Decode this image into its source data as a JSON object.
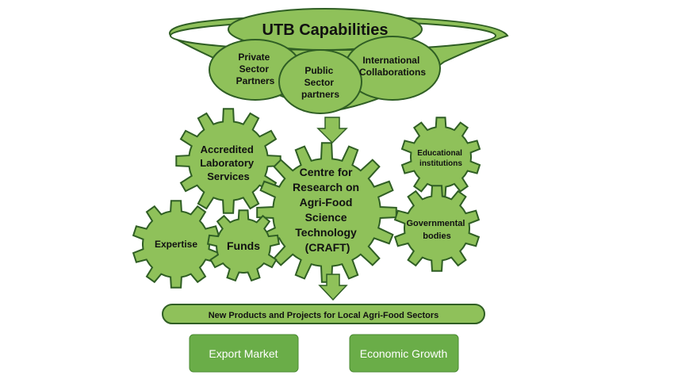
{
  "title": "UTB Capabilities",
  "partners": {
    "private": [
      "Private",
      "Sector",
      "Partners"
    ],
    "public": [
      "Public",
      "Sector",
      "partners"
    ],
    "international": [
      "International",
      "Collaborations"
    ]
  },
  "gears": {
    "lab": [
      "Accredited",
      "Laboratory",
      "Services"
    ],
    "centre": [
      "Centre for",
      "Research on",
      "Agri-Food",
      "Science",
      "Technology",
      "(CRAFT)"
    ],
    "education": [
      "Educational",
      "institutions"
    ],
    "government": [
      "Governmental",
      "bodies"
    ],
    "expertise": "Expertise",
    "funds": "Funds"
  },
  "outcomes_bar": "New Products  and Projects  for Local Agri-Food Sectors",
  "outcomes": {
    "export": "Export Market",
    "growth": "Economic Growth"
  },
  "colors": {
    "fill": "#8fc15a",
    "stroke": "#2f5e24",
    "box": "#6aad48",
    "arrow": "#8fc15a"
  }
}
